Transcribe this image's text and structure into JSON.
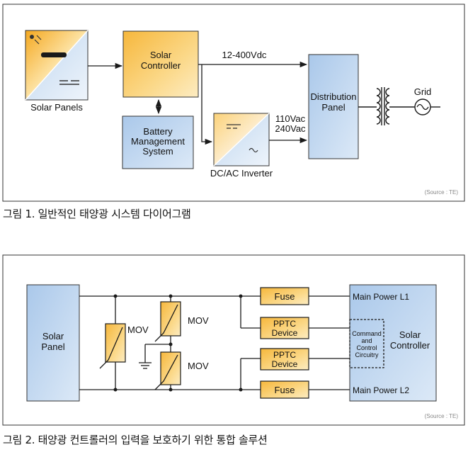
{
  "figure1": {
    "solar_panels": "Solar Panels",
    "solar_controller": [
      "Solar",
      "Controller"
    ],
    "bms": [
      "Battery",
      "Management",
      "System"
    ],
    "inverter": "DC/AC Inverter",
    "distribution": [
      "Distribution",
      "Panel"
    ],
    "dc_voltage": "12-400Vdc",
    "ac_voltage": [
      "110Vac",
      "240Vac"
    ],
    "grid": "Grid",
    "source": "(Source : TE)",
    "caption": "그림 1. 일반적인 태양광 시스템 다이어그램"
  },
  "figure2": {
    "solar_panel": [
      "Solar",
      "Panel"
    ],
    "mov_labels": [
      "MOV",
      "MOV",
      "MOV"
    ],
    "fuse_top": "Fuse",
    "pptc_top": [
      "PPTC",
      "Device"
    ],
    "pptc_bottom": [
      "PPTC",
      "Device"
    ],
    "fuse_bottom": "Fuse",
    "main_power_l1": "Main Power L1",
    "main_power_l2": "Main Power L2",
    "command_circuitry": [
      "Command",
      "and",
      "Control",
      "Circuitry"
    ],
    "solar_controller": [
      "Solar",
      "Controller"
    ],
    "source": "(Source : TE)",
    "caption": "그림 2. 태양광 컨트롤러의 입력을 보호하기 위한 통합 솔루션"
  },
  "colors": {
    "orange": "#f9c968",
    "blue": "#c7dbf1",
    "stroke": "#1a1a1a"
  }
}
